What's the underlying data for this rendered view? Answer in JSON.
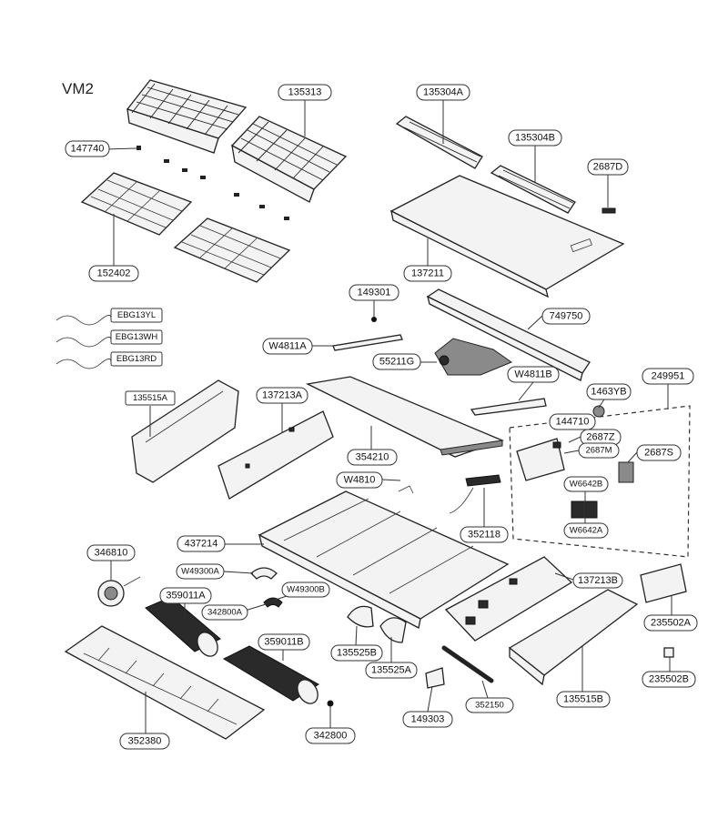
{
  "title": "VM2",
  "labels": {
    "l135313": "135313",
    "l135304A": "135304A",
    "l135304B": "135304B",
    "l147740": "147740",
    "l2687D": "2687D",
    "l152402": "152402",
    "l137211": "137211",
    "l149301": "149301",
    "l749750": "749750",
    "lEBG13YL": "EBG13YL",
    "lEBG13WH": "EBG13WH",
    "lEBG13RD": "EBG13RD",
    "lW4811A": "W4811A",
    "l55211G": "55211G",
    "lW4811B": "W4811B",
    "l249951": "249951",
    "l135515A": "135515A",
    "l137213A": "137213A",
    "l1463YB": "1463YB",
    "l144710": "144710",
    "l2687Z": "2687Z",
    "l2687M": "2687M",
    "l2687S": "2687S",
    "l354210": "354210",
    "lW4810": "W4810",
    "lW6642B": "W6642B",
    "lW6642A": "W6642A",
    "l352118": "352118",
    "l437214": "437214",
    "l346810": "346810",
    "lW49300A": "W49300A",
    "lW49300B": "W49300B",
    "l359011A": "359011A",
    "l342800A": "342800A",
    "l137213B": "137213B",
    "l235502A": "235502A",
    "l359011B": "359011B",
    "l135525B": "135525B",
    "l135525A": "135525A",
    "l235502B": "235502B",
    "l149303": "149303",
    "l352150": "352150",
    "l135515B": "135515B",
    "l352380": "352380",
    "l342800": "342800"
  }
}
